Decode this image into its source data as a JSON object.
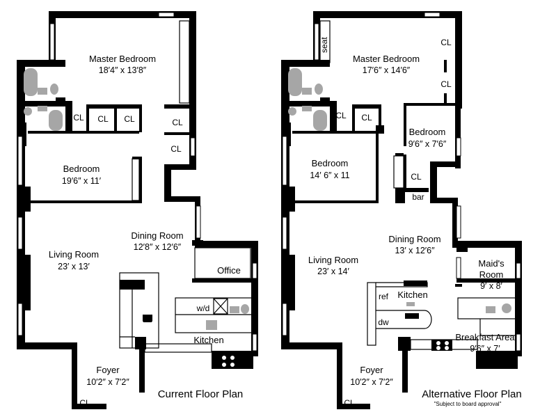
{
  "current": {
    "caption": "Current Floor Plan",
    "master_bedroom": {
      "name": "Master Bedroom",
      "dims": "18′4″ x 13′8″"
    },
    "bedroom": {
      "name": "Bedroom",
      "dims": "19′6″ x 11′"
    },
    "dining_room": {
      "name": "Dining Room",
      "dims": "12′8″ x 12′6″"
    },
    "living_room": {
      "name": "Living Room",
      "dims": "23′ x 13′"
    },
    "office": {
      "name": "Office"
    },
    "kitchen": {
      "name": "Kitchen"
    },
    "washer_dryer": "w/d",
    "foyer": {
      "name": "Foyer",
      "dims": "10′2″ x 7′2″"
    },
    "closet": "CL"
  },
  "alternative": {
    "caption": "Alternative Floor Plan",
    "note": "\"Subject to board approval\"",
    "master_bedroom": {
      "name": "Master Bedroom",
      "dims": "17′6″ x 14′6″"
    },
    "seat": "seat",
    "bedroom_small": {
      "name": "Bedroom",
      "dims": "9′6″ x 7′6″"
    },
    "bedroom": {
      "name": "Bedroom",
      "dims": "14′ 6″ x 11"
    },
    "bar": "bar",
    "dining_room": {
      "name": "Dining Room",
      "dims": "13′ x 12′6″"
    },
    "living_room": {
      "name": "Living Room",
      "dims": "23′ x 14′"
    },
    "maids_room": {
      "name": "Maid's",
      "name2": "Room",
      "dims": "9′ x 8′"
    },
    "kitchen": {
      "name": "Kitchen"
    },
    "ref": "ref",
    "dw": "dw",
    "breakfast_area": {
      "name": "Breakfast Area",
      "dims": "9′6″ x 7′"
    },
    "foyer": {
      "name": "Foyer",
      "dims": "10′2″ x 7′2″"
    },
    "closet": "CL"
  },
  "colors": {
    "wall": "#000000",
    "fixture": "#a6a6a6",
    "background": "#ffffff"
  }
}
